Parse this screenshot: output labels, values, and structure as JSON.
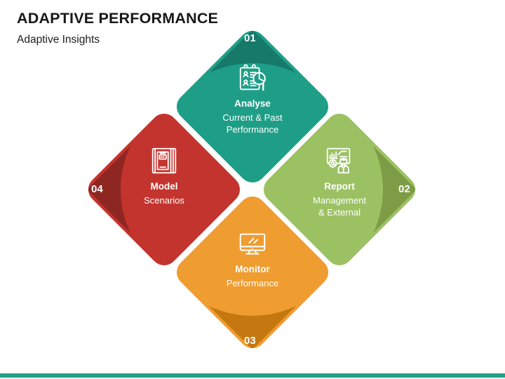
{
  "header": {
    "title": "ADAPTIVE PERFORMANCE",
    "subtitle": "Adaptive Insights"
  },
  "theme": {
    "background": "#ffffff",
    "footer_bar_color": "#23a085",
    "text_dark": "#181818",
    "text_on_fill": "#ffffff"
  },
  "diagram": {
    "type": "four-step-diamond-pinwheel",
    "nodes": [
      {
        "id": "analyse",
        "number": "01",
        "title": "Analyse",
        "subtitle": "Current & Past\nPerformance",
        "subtitle_line1": "Current & Past",
        "subtitle_line2": "Performance",
        "position": "top",
        "color": "#1f9e87",
        "wedge_color": "#16796a",
        "icon": "clipboard-chart-magnifier-icon"
      },
      {
        "id": "report",
        "number": "02",
        "title": "Report",
        "subtitle": "Management\n& External",
        "subtitle_line1": "Management",
        "subtitle_line2": "& External",
        "position": "right",
        "color": "#9cc163",
        "wedge_color": "#7e9c45",
        "icon": "presentation-presenter-icon"
      },
      {
        "id": "monitor",
        "number": "03",
        "title": "Monitor",
        "subtitle": "Performance",
        "subtitle_line1": "Performance",
        "subtitle_line2": "",
        "position": "bottom",
        "color": "#ef9c31",
        "wedge_color": "#c4780f",
        "icon": "desktop-monitor-icon"
      },
      {
        "id": "model",
        "number": "04",
        "title": "Model",
        "subtitle": "Scenarios",
        "subtitle_line1": "Scenarios",
        "subtitle_line2": "",
        "position": "left",
        "color": "#c4342e",
        "wedge_color": "#8e2722",
        "icon": "ledger-book-icon"
      }
    ]
  }
}
